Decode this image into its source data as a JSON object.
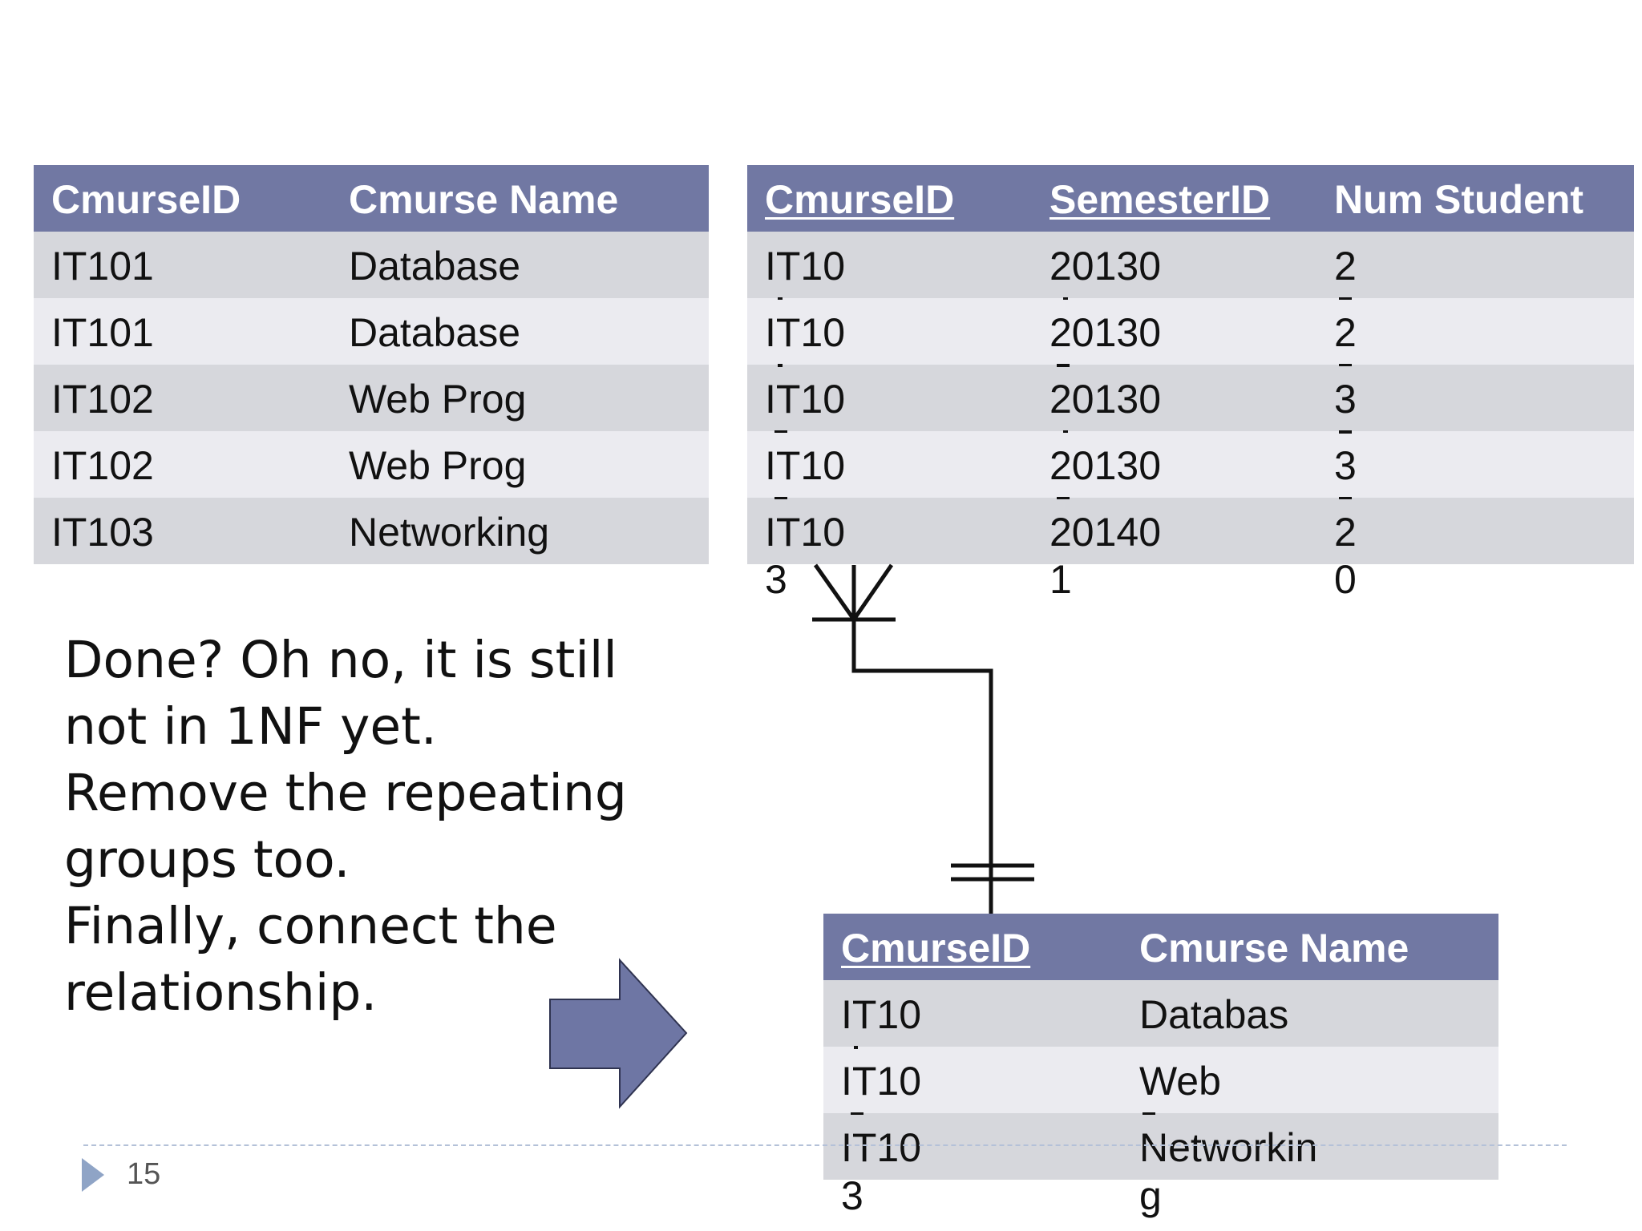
{
  "table_course_left": {
    "headers": [
      "CmurseID",
      "Cmurse Name"
    ],
    "rows": [
      [
        "IT101",
        "Database"
      ],
      [
        "IT101",
        "Database"
      ],
      [
        "IT102",
        "Web Prog"
      ],
      [
        "IT102",
        "Web Prog"
      ],
      [
        "IT103",
        "Networking"
      ]
    ]
  },
  "table_enrollment": {
    "headers": [
      "CmurseID",
      "SemesterID",
      "Num Student"
    ],
    "rows": [
      [
        "IT10",
        "20130",
        "2"
      ],
      [
        "IT10",
        "20130",
        "2"
      ],
      [
        "IT10",
        "20130",
        "3"
      ],
      [
        "IT10",
        "20130",
        "3"
      ],
      [
        "IT10",
        "20140",
        "2"
      ]
    ],
    "overflow": [
      "3",
      "1",
      "0"
    ]
  },
  "table_course_bottom": {
    "headers": [
      "CmurseID",
      "Cmurse Name"
    ],
    "rows": [
      [
        "IT10",
        "Databas"
      ],
      [
        "IT10",
        "Web"
      ],
      [
        "IT10",
        "Networkin"
      ]
    ],
    "overflow": [
      "3",
      "g"
    ]
  },
  "note": {
    "lines": [
      "Done? Oh no, it is still",
      "not in 1NF yet.",
      "Remove the repeating",
      "groups too.",
      "Finally, connect the",
      "relationship."
    ]
  },
  "footer": {
    "page_number": "15"
  },
  "colors": {
    "header": "#7178a3",
    "row_shade": "#d6d7dc",
    "row_light": "#ebebf0",
    "arrow": "#6e76a4"
  }
}
